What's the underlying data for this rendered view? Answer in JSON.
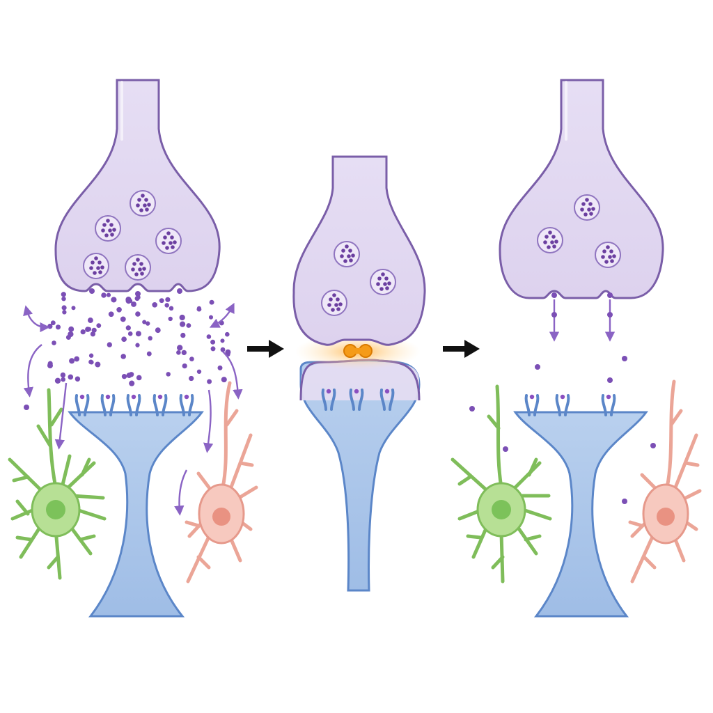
{
  "figure": {
    "panels": [
      {
        "name": "excess-release",
        "presynaptic_vesicles": 5,
        "postsynaptic_receptors": 5,
        "glia": [
          "green-glial-cell",
          "pink-glial-cell"
        ]
      },
      {
        "name": "direct-contact",
        "presynaptic_vesicles": 3,
        "postsynaptic_receptors": 3,
        "glia": []
      },
      {
        "name": "reduced-release",
        "presynaptic_vesicles": 3,
        "postsynaptic_receptors": 3,
        "glia": [
          "green-glial-cell",
          "pink-glial-cell"
        ]
      }
    ],
    "transition_arrows": 2
  },
  "colors": {
    "presynaptic_fill": "#e2d9f1",
    "presynaptic_stroke": "#7a5ea8",
    "vesicle_fill": "#efe8f8",
    "vesicle_dot": "#6b3fa0",
    "neurotransmitter": "#7b4fb5",
    "postsynaptic_fill": "#a9c4e8",
    "postsynaptic_stroke": "#4d78b8",
    "receptor": "#5b86c8",
    "green_glia": "#9fd27a",
    "green_glia_stroke": "#64a844",
    "pink_glia": "#f2b3a6",
    "pink_glia_stroke": "#d9857a",
    "contact_highlight": "#f59b18",
    "arrow": "#111111"
  },
  "icons": [
    "presynaptic-terminal",
    "synaptic-vesicle",
    "neurotransmitter-dot",
    "receptor-icon",
    "postsynaptic-dendrite",
    "glial-cell",
    "transition-arrow-icon"
  ]
}
